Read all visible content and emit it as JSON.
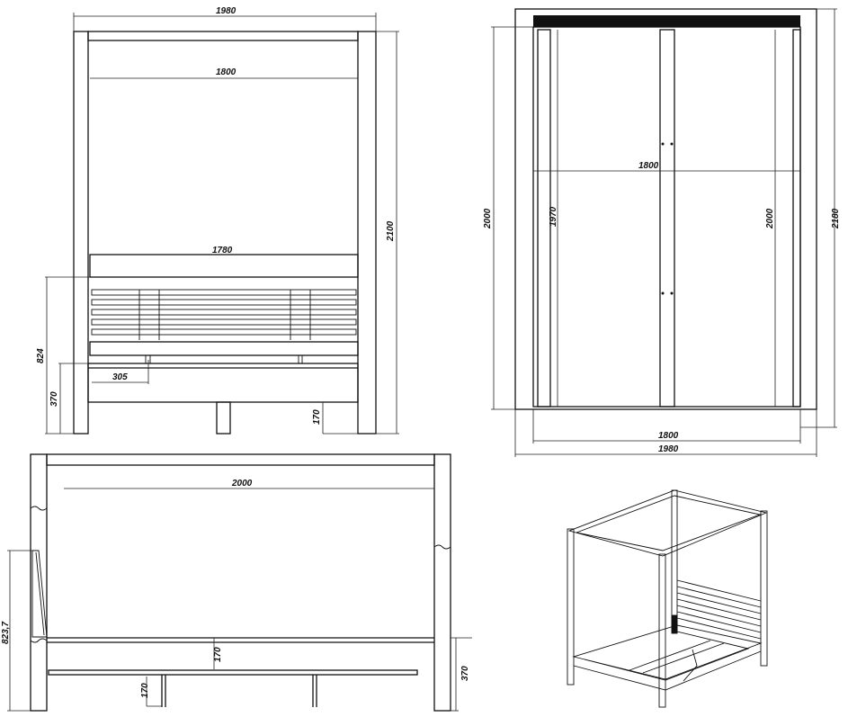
{
  "front_view": {
    "width_overall": "1980",
    "width_inner": "1800",
    "headboard_width": "1780",
    "height_overall": "2100",
    "headboard_height": "824",
    "frame_height": "370",
    "leg_offset": "305",
    "leg_height": "170"
  },
  "top_view": {
    "length_left": "2000",
    "inner_length": "1970",
    "inner_width": "1800",
    "length_right": "2000",
    "length_overall": "2180",
    "width_inner_bottom": "1800",
    "width_overall_bottom": "1980"
  },
  "side_view": {
    "length": "2000",
    "headboard_height": "823,7",
    "rail_height": "170",
    "leg_height": "170",
    "frame_height": "370"
  },
  "colors": {
    "line": "#111111",
    "background": "#ffffff"
  }
}
